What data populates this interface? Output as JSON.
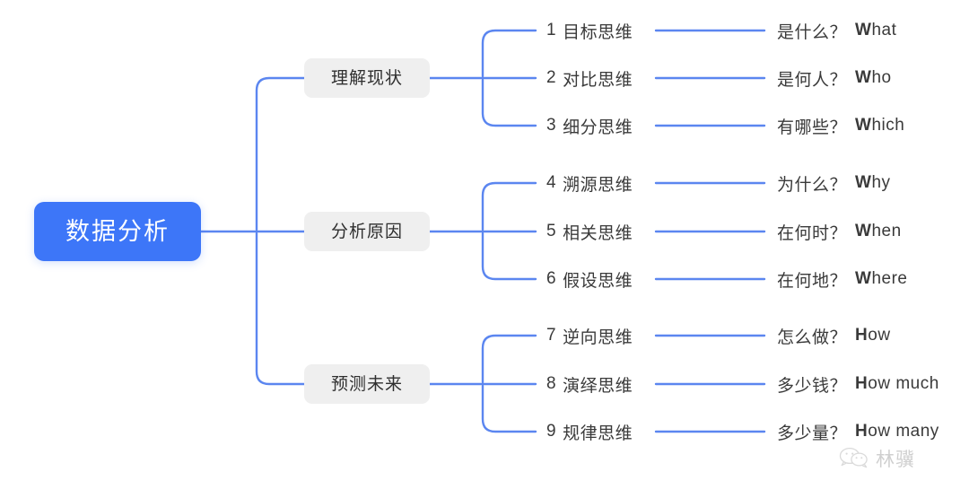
{
  "diagram": {
    "title": "数据分析",
    "root": {
      "label": "数据分析",
      "color": "#3d76f8",
      "text_color": "#ffffff"
    },
    "link_color": "#5b86f0",
    "branch_bg": "#efefef",
    "branches": [
      {
        "label": "理解现状",
        "children": [
          {
            "num": "1",
            "label": "目标思维",
            "question": "是什么？",
            "w_cap": "W",
            "w_rest": "hat"
          },
          {
            "num": "2",
            "label": "对比思维",
            "question": "是何人？",
            "w_cap": "W",
            "w_rest": "ho"
          },
          {
            "num": "3",
            "label": "细分思维",
            "question": "有哪些？",
            "w_cap": "W",
            "w_rest": "hich"
          }
        ]
      },
      {
        "label": "分析原因",
        "children": [
          {
            "num": "4",
            "label": "溯源思维",
            "question": "为什么？",
            "w_cap": "W",
            "w_rest": "hy"
          },
          {
            "num": "5",
            "label": "相关思维",
            "question": "在何时？",
            "w_cap": "W",
            "w_rest": "hen"
          },
          {
            "num": "6",
            "label": "假设思维",
            "question": "在何地？",
            "w_cap": "W",
            "w_rest": "here"
          }
        ]
      },
      {
        "label": "预测未来",
        "children": [
          {
            "num": "7",
            "label": "逆向思维",
            "question": "怎么做？",
            "w_cap": "H",
            "w_rest": "ow"
          },
          {
            "num": "8",
            "label": "演绎思维",
            "question": "多少钱？",
            "w_cap": "H",
            "w_rest": "ow much"
          },
          {
            "num": "9",
            "label": "规律思维",
            "question": "多少量？",
            "w_cap": "H",
            "w_rest": "ow many"
          }
        ]
      }
    ]
  },
  "watermark": {
    "name": "林骥",
    "icon": "wechat-icon"
  }
}
